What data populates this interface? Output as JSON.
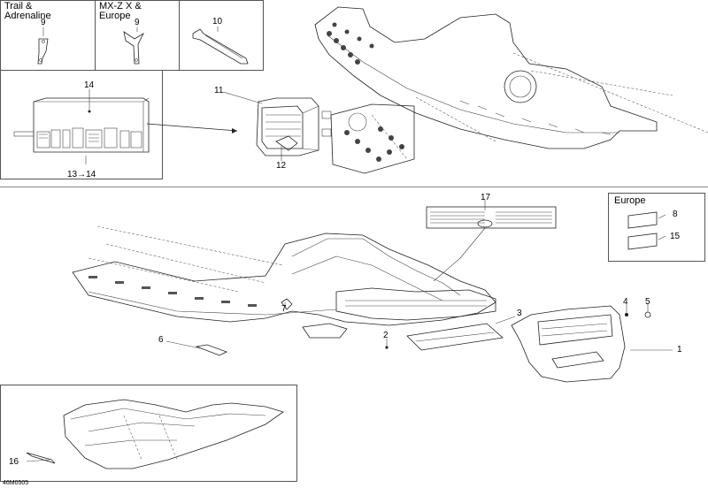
{
  "insets": {
    "trail_label": "Trail &\nAdrenaline",
    "mxz_label": "MX-Z X &\nEurope",
    "europe_label": "Europe"
  },
  "callouts": {
    "c1": "1",
    "c2": "2",
    "c3": "3",
    "c4": "4",
    "c5": "5",
    "c6": "6",
    "c7": "7",
    "c8": "8",
    "c9a": "9",
    "c9b": "9",
    "c10": "10",
    "c11": "11",
    "c12": "12",
    "c13_14": "13→14",
    "c14": "14",
    "c15": "15",
    "c16": "16",
    "c17": "17"
  },
  "drawing_code": "46M0505",
  "colors": {
    "line": "#222222",
    "frame": "#555555",
    "fill_dark": "#333333"
  }
}
